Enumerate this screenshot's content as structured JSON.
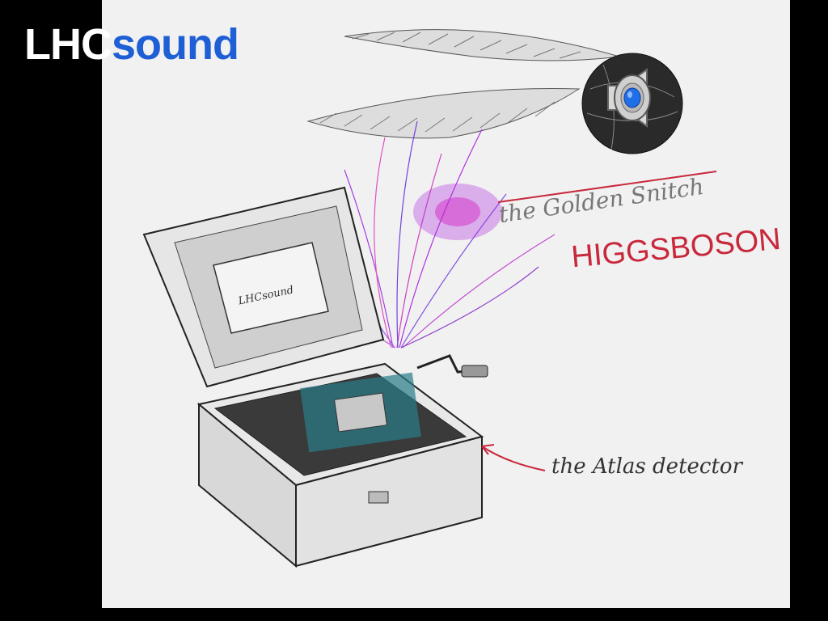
{
  "title": {
    "part1": "LHC",
    "part2": "sound"
  },
  "illustration": {
    "box_label": "LHCsound",
    "struck_text": "the Golden Snitch",
    "replacement_text": "HIGGSBOSON",
    "detector_label": "the Atlas detector"
  },
  "speaker_button": {
    "icon": "speaker-icon"
  },
  "colors": {
    "background": "#000000",
    "panel": "#f1f1f1",
    "title_white": "#ffffff",
    "title_blue": "#1f5fd6",
    "higgs_red": "#c8283c",
    "particle_purple": "#9b30d9"
  }
}
